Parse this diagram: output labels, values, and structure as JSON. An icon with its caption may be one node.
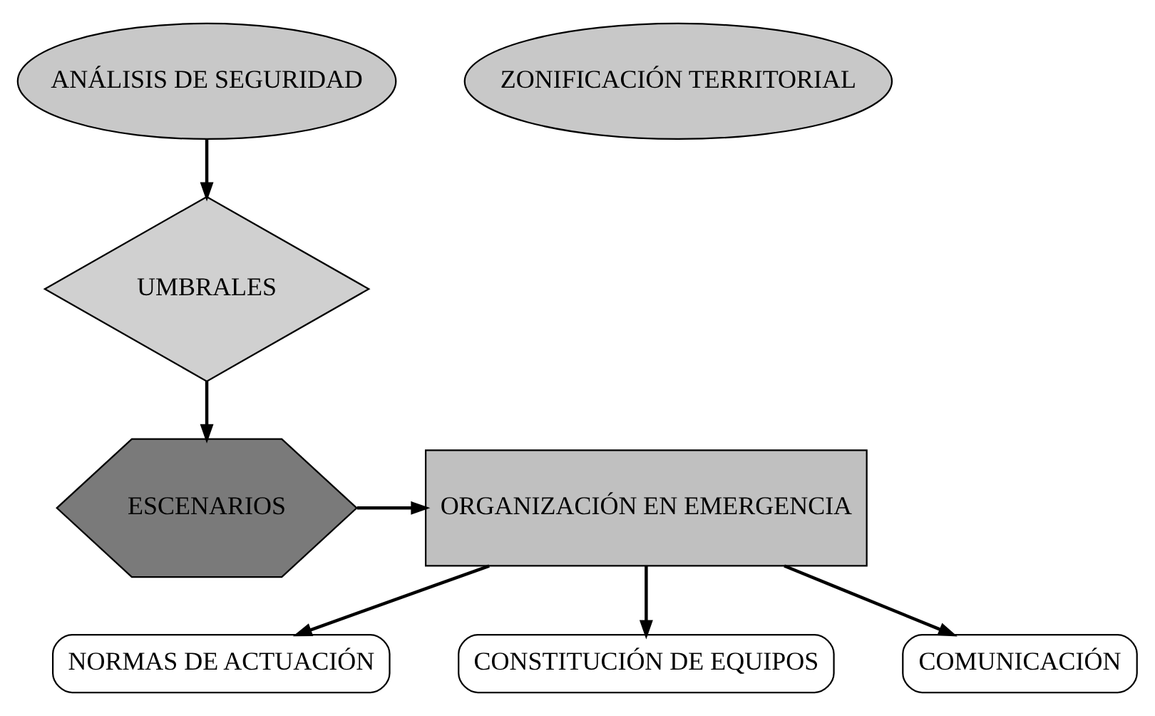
{
  "diagram": {
    "nodes": [
      {
        "text": [
          "ANÁLISIS DE SEGURIDAD"
        ]
      },
      {
        "text": [
          "ZONIFICACIÓN TERRITORIAL"
        ]
      },
      {
        "text": [
          "UMBRALES"
        ]
      },
      {
        "text": [
          "ESCENARIOS"
        ]
      },
      {
        "text": [
          "ORGANIZACIÓN EN EMERGENCIA"
        ]
      },
      {
        "text": [
          "NORMAS DE ACTUACIÓN"
        ]
      },
      {
        "text": [
          "CONSTITUCIÓN DE EQUIPOS"
        ]
      },
      {
        "text": [
          "COMUNICACIÓN"
        ]
      }
    ],
    "edges": [
      {
        "from": 0,
        "to": 2,
        "arrow": "to"
      },
      {
        "from": 2,
        "to": 3,
        "arrow": "to"
      },
      {
        "from": 3,
        "to": 4,
        "arrow": "to"
      },
      {
        "from": 4,
        "to": 5,
        "arrow": "to"
      },
      {
        "from": 4,
        "to": 6,
        "arrow": "to"
      },
      {
        "from": 4,
        "to": 7,
        "arrow": "to"
      }
    ]
  }
}
